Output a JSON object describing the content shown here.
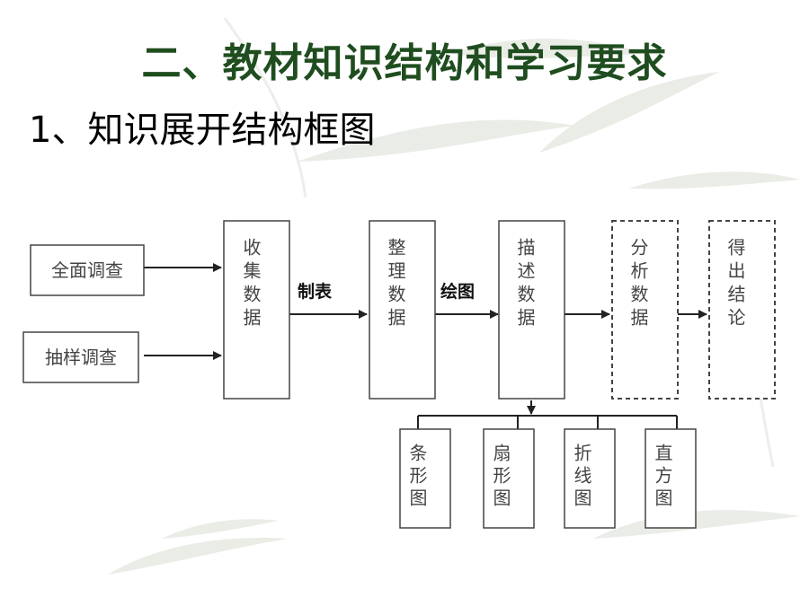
{
  "slide": {
    "title": "二、教材知识结构和学习要求",
    "subtitle": "1、知识展开结构框图"
  },
  "diagram": {
    "nodes": [
      {
        "id": "quanmian",
        "label": "全面调查",
        "style": "solid"
      },
      {
        "id": "chouyang",
        "label": "抽样调查",
        "style": "solid"
      },
      {
        "id": "shouji",
        "label": "收集数据",
        "style": "solid"
      },
      {
        "id": "zhengli",
        "label": "整理数据",
        "style": "solid"
      },
      {
        "id": "miaoshu",
        "label": "描述数据",
        "style": "solid"
      },
      {
        "id": "fenxi",
        "label": "分析数据",
        "style": "dashed"
      },
      {
        "id": "dechu",
        "label": "得出结论",
        "style": "dashed"
      },
      {
        "id": "tiaoxing",
        "label": "条形图",
        "style": "solid"
      },
      {
        "id": "shanxing",
        "label": "扇形图",
        "style": "solid"
      },
      {
        "id": "zhexian",
        "label": "折线图",
        "style": "solid"
      },
      {
        "id": "zhifang",
        "label": "直方图",
        "style": "solid"
      }
    ],
    "edges": [
      {
        "from": "quanmian",
        "to": "shouji",
        "label": ""
      },
      {
        "from": "chouyang",
        "to": "shouji",
        "label": ""
      },
      {
        "from": "shouji",
        "to": "zhengli",
        "label": "制表"
      },
      {
        "from": "zhengli",
        "to": "miaoshu",
        "label": "绘图"
      },
      {
        "from": "miaoshu",
        "to": "fenxi",
        "label": ""
      },
      {
        "from": "fenxi",
        "to": "dechu",
        "label": ""
      },
      {
        "from": "miaoshu",
        "to": "tiaoxing",
        "label": ""
      },
      {
        "from": "miaoshu",
        "to": "shanxing",
        "label": ""
      },
      {
        "from": "miaoshu",
        "to": "zhexian",
        "label": ""
      },
      {
        "from": "miaoshu",
        "to": "zhifang",
        "label": ""
      }
    ]
  },
  "colors": {
    "title": "#1f4d1f",
    "box_border": "#444444",
    "arrow": "#222222"
  }
}
